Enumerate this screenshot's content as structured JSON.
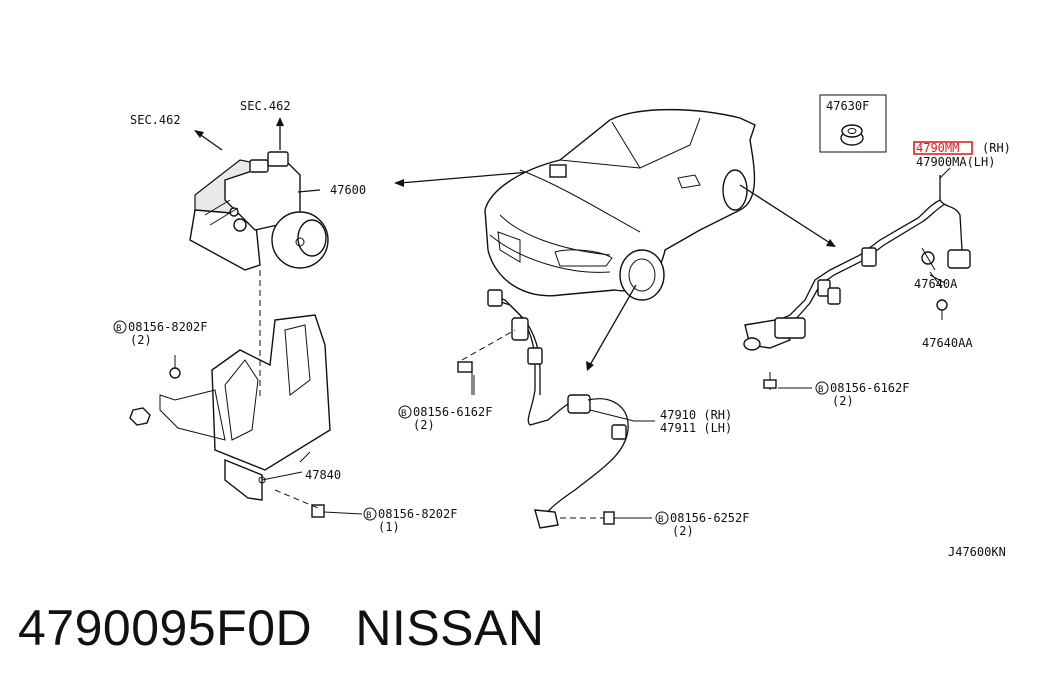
{
  "labels": {
    "sec1": "SEC.462",
    "sec2": "SEC.462",
    "p47600": "47600",
    "p47630f": "47630F",
    "p4790m_highlight": "4790ΜΜ",
    "rh": "(RH)",
    "p47900ma": "47900MA(LH)",
    "p47640a": "47640A",
    "p47640aa": "47640AA",
    "b1_code": "08156-8202F",
    "b1_qty": "(2)",
    "b2_code": "08156-6162F",
    "b2_qty": "(2)",
    "b3_code": "08156-6162F",
    "b3_qty": "(2)",
    "b4_code": "08156-8202F",
    "b4_qty": "(1)",
    "b5_code": "08156-6252F",
    "b5_qty": "(2)",
    "p47910": "47910 (RH)",
    "p47911": "47911 (LH)",
    "p47840": "47840",
    "diagram_id": "J47600KN",
    "bolt_symbol": "B"
  },
  "caption": {
    "part_number": "4790095F0D",
    "brand": "NISSAN"
  },
  "colors": {
    "highlight": "#e02020",
    "ink": "#111111"
  }
}
